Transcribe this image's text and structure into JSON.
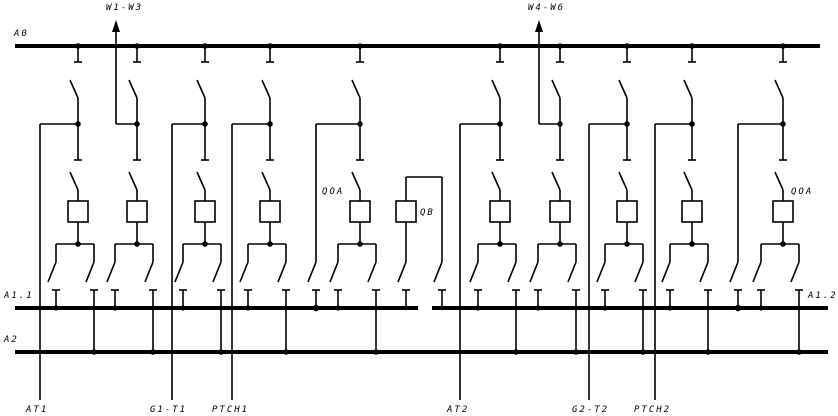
{
  "labels": {
    "bus_a0": "A0",
    "bus_a11": "A1.1",
    "bus_a12": "A1.2",
    "bus_a2": "A2",
    "feeder_w1w3": "W1-W3",
    "feeder_w4w6": "W4-W6",
    "qoa_left": "QOA",
    "qb": "QB",
    "qoa_right": "QOA",
    "at1": "AT1",
    "g1t1": "G1-T1",
    "ptch1": "PTCH1",
    "at2": "AT2",
    "g2t2": "G2-T2",
    "ptch2": "PTCH2"
  }
}
